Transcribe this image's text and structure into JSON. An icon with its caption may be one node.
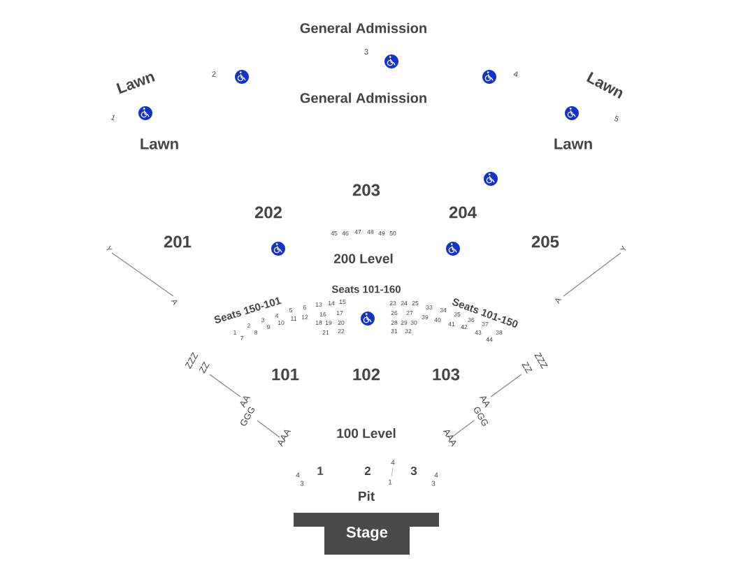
{
  "diagram": {
    "nodes": [
      {
        "text": [
          "Stage"
        ]
      }
    ],
    "labels": [
      "General Admission",
      "3",
      "2",
      "4",
      "Lawn",
      "Lawn",
      "General Admission",
      "1",
      "5",
      "Lawn",
      "Lawn",
      "203",
      "202",
      "204",
      "45",
      "46",
      "47",
      "48",
      "49",
      "50",
      "Y",
      "201",
      "200 Level",
      "205",
      "Y",
      "Seats 101-160",
      "A",
      "1",
      "7",
      "Seats 150-101",
      "2",
      "8",
      "3",
      "9",
      "4",
      "10",
      "5",
      "11",
      "6",
      "12",
      "13",
      "18",
      "16",
      "21",
      "19",
      "14",
      "17",
      "20",
      "22",
      "15",
      "23",
      "26",
      "28",
      "31",
      "24",
      "29",
      "32",
      "27",
      "30",
      "25",
      "39",
      "33",
      "40",
      "34",
      "41",
      "35",
      "42",
      "36",
      "43",
      "Seats 101-150",
      "37",
      "44",
      "38",
      "A",
      "ZZZ",
      "ZZ",
      "101",
      "102",
      "103",
      "ZZ",
      "ZZZ",
      "AA",
      "GGG",
      "AAA",
      "100 Level",
      "AAA",
      "GGG",
      "AA",
      "4",
      "3",
      "1",
      "2",
      "4",
      "1",
      "3",
      "4",
      "3",
      "Pit"
    ]
  }
}
